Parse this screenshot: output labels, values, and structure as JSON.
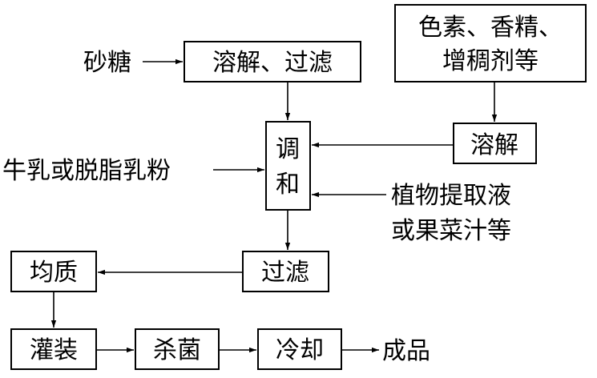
{
  "nodes": {
    "sugar": "砂糖",
    "dissolve_filter": "溶解、过滤",
    "additives_line1": "色素、香精、",
    "additives_line2": "增稠剂等",
    "dissolve": "溶解",
    "mix_char1": "调",
    "mix_char2": "和",
    "milk": "牛乳或脱脂乳粉",
    "extract_line1": "植物提取液",
    "extract_line2": "或果菜汁等",
    "filter": "过滤",
    "homogenize": "均质",
    "fill": "灌装",
    "sterilize": "杀菌",
    "cool": "冷却",
    "product": "成品"
  }
}
